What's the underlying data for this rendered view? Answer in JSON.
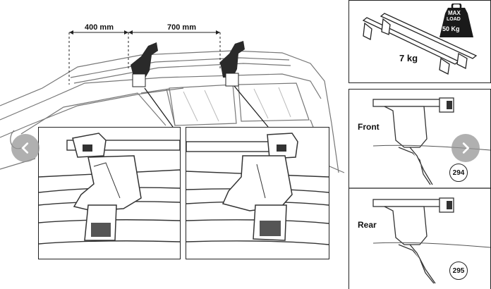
{
  "measurements": {
    "spacing_front": "400 mm",
    "spacing_bars": "700 mm"
  },
  "kit": {
    "weight": "7 kg",
    "badge_top": "MAX",
    "badge_middle": "LOAD",
    "badge_bottom": "50 Kg"
  },
  "mounts": {
    "front_label": "Front",
    "front_part": "294",
    "rear_label": "Rear",
    "rear_part": "295"
  },
  "gallery": {
    "prev_icon": "chevron-left-icon",
    "next_icon": "chevron-right-icon"
  }
}
